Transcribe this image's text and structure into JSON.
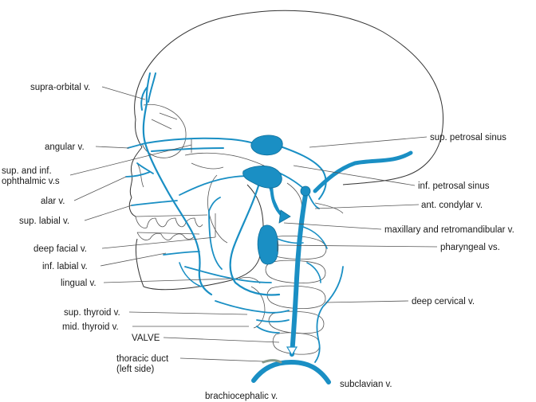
{
  "labels": {
    "supra_orbital": "supra-orbital v.",
    "angular": "angular v.",
    "ophthalmic_1": "sup. and inf.",
    "ophthalmic_2": "ophthalmic v.s",
    "alar": "alar v.",
    "sup_labial": "sup. labial v.",
    "deep_facial": "deep facial v.",
    "inf_labial": "inf. labial v.",
    "lingual": "lingual v.",
    "sup_thyroid": "sup. thyroid v.",
    "mid_thyroid": "mid. thyroid v.",
    "valve": "VALVE",
    "thoracic_1": "thoracic duct",
    "thoracic_2": "(left side)",
    "brachiocephalic": "brachiocephalic v.",
    "subclavian": "subclavian v.",
    "sup_petrosal": "sup. petrosal sinus",
    "inf_petrosal": "inf. petrosal sinus",
    "ant_condylar": "ant. condylar v.",
    "maxillary": "maxillary and retromandibular v.",
    "pharyngeal": "pharyngeal vs.",
    "deep_cervical": "deep cervical v."
  },
  "colors": {
    "vein": "#1a8fc4",
    "skull_outline": "#333333",
    "thoracic_duct": "#8a9a8a"
  }
}
